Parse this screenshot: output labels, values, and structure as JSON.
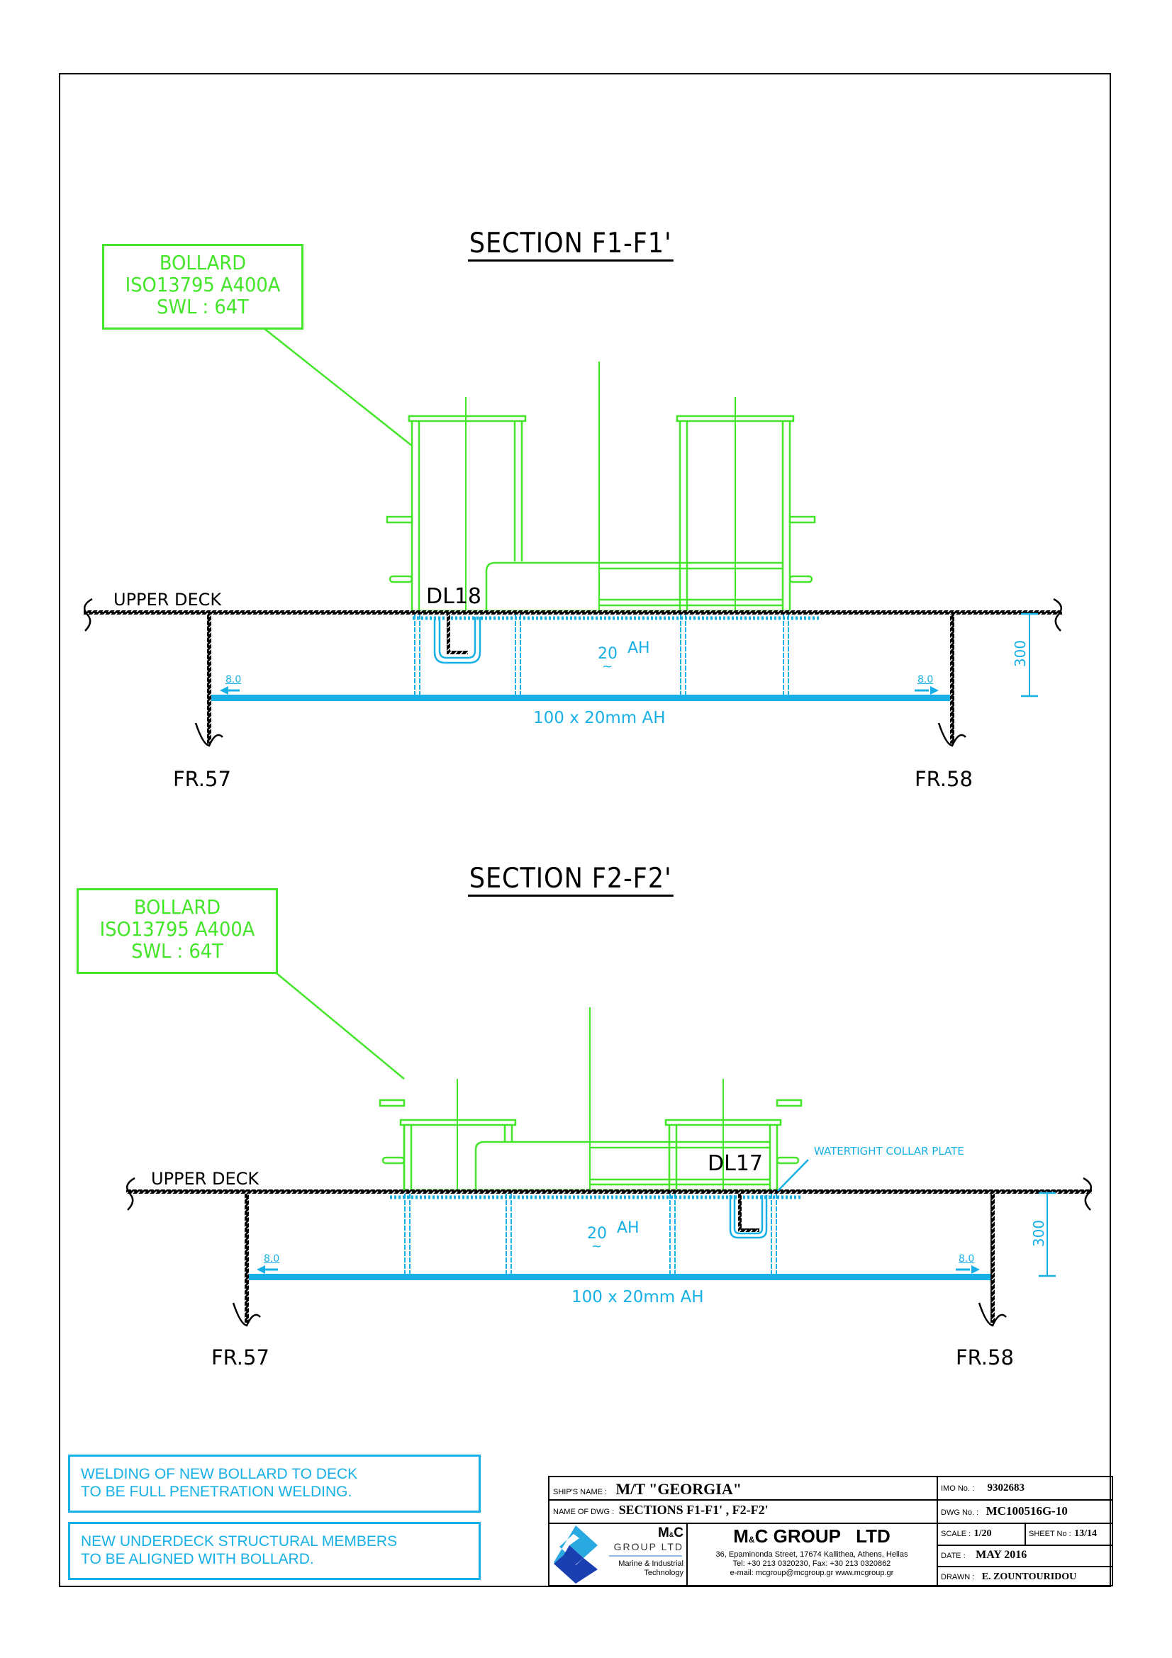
{
  "sections": [
    {
      "title": "SECTION  F1-F1'",
      "bollard_label": [
        "BOLLARD",
        "ISO13795 A400A",
        "SWL : 64T"
      ],
      "deck_label": "UPPER DECK",
      "doubler_label": "DL18",
      "thickness_label": "20",
      "thickness_suffix": "AH",
      "thickness_mark": "~",
      "flat_bar_label": "100 x 20mm AH",
      "weld_left": "8.0",
      "weld_right": "8.0",
      "dimension": "300",
      "frame_left": "FR.57",
      "frame_right": "FR.58"
    },
    {
      "title": "SECTION  F2-F2'",
      "bollard_label": [
        "BOLLARD",
        "ISO13795 A400A",
        "SWL : 64T"
      ],
      "deck_label": "UPPER DECK",
      "doubler_label": "DL17",
      "collar_label": "WATERTIGHT COLLAR PLATE",
      "thickness_label": "20",
      "thickness_suffix": "AH",
      "thickness_mark": "~",
      "flat_bar_label": "100 x 20mm AH",
      "weld_left": "8.0",
      "weld_right": "8.0",
      "dimension": "300",
      "frame_left": "FR.57",
      "frame_right": "FR.58"
    }
  ],
  "notes": [
    [
      "WELDING OF NEW BOLLARD TO DECK",
      "TO BE FULL PENETRATION WELDING."
    ],
    [
      "NEW UNDERDECK STRUCTURAL MEMBERS",
      "TO BE ALIGNED WITH BOLLARD."
    ]
  ],
  "title_block": {
    "ship_name_key": "SHIP'S NAME :",
    "ship_name": "M/T \"GEORGIA\"",
    "imo_key": "IMO No. :",
    "imo": "9302683",
    "dwg_name_key": "NAME OF DWG :",
    "dwg_name": "SECTIONS  F1-F1' ,  F2-F2'",
    "dwg_no_key": "DWG No. :",
    "dwg_no": "MC100516G-10",
    "scale_key": "SCALE :",
    "scale": "1/20",
    "sheet_key": "SHEET No :",
    "sheet": "13/14",
    "date_key": "DATE :",
    "date": "MAY 2016",
    "drawn_key": "DRAWN :",
    "drawn": "E. ZOUNTOURIDOU",
    "logo": {
      "mc": "M",
      "amp": "&",
      "c": "C",
      "group": "GROUP LTD",
      "tag1": "Marine & Industrial",
      "tag2": "Technology"
    },
    "company": {
      "name_m": "M",
      "name_amp": "&",
      "name_rest": "C GROUP   LTD",
      "address": "36, Epaminonda Street, 17674 Kallithea, Athens, Hellas",
      "phone": "Tel: +30 213 0320230, Fax: +30 213 0320862",
      "web": "e-mail: mcgroup@mcgroup.gr  www.mcgroup.gr"
    }
  },
  "colors": {
    "bollard": "#44e62a",
    "structure_new": "#17b0e6",
    "existing": "#000000",
    "logo_light": "#2aa9e0",
    "logo_dark": "#1a3fb0"
  }
}
